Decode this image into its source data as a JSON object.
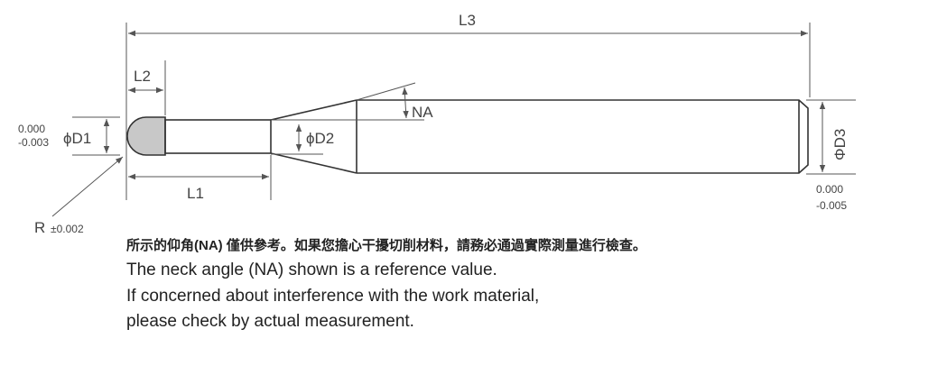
{
  "dimensions": {
    "l1": "L1",
    "l2": "L2",
    "l3": "L3",
    "d1": "ϕD1",
    "d2": "ϕD2",
    "d3": "ΦD3",
    "na": "NA",
    "d1_tol_upper": "0.000",
    "d1_tol_lower": "-0.003",
    "d3_tol_upper": "0.000",
    "d3_tol_lower": "-0.005",
    "r": "R",
    "r_tol": "±0.002"
  },
  "notes": {
    "chinese": "所示的仰角(NA) 僅供參考。如果您擔心干擾切削材料，請務必通過實際測量進行檢查。",
    "line1": "The neck angle (NA) shown is a reference value.",
    "line2": "If concerned about interference with the work material,",
    "line3": "please check by actual measurement."
  },
  "colors": {
    "ball": "#c8c8c8",
    "line": "#333333",
    "dim": "#555555"
  }
}
